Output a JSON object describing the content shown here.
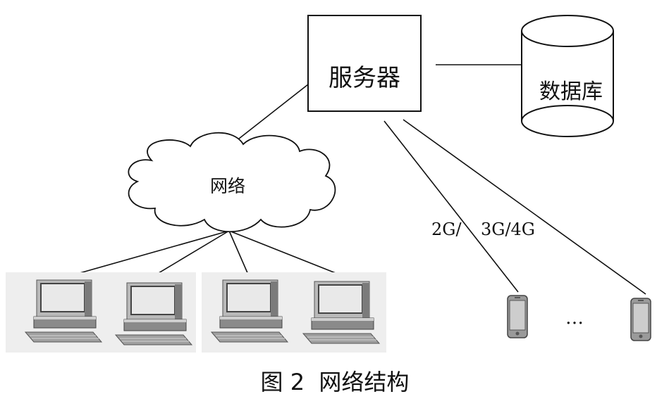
{
  "diagram": {
    "server_label": "服务器",
    "database_label": "数据库",
    "network_label": "网络",
    "wireless_label_left": "2G/",
    "wireless_label_right": "3G/4G",
    "ellipsis": "…",
    "caption": "图 2  网络结构"
  }
}
